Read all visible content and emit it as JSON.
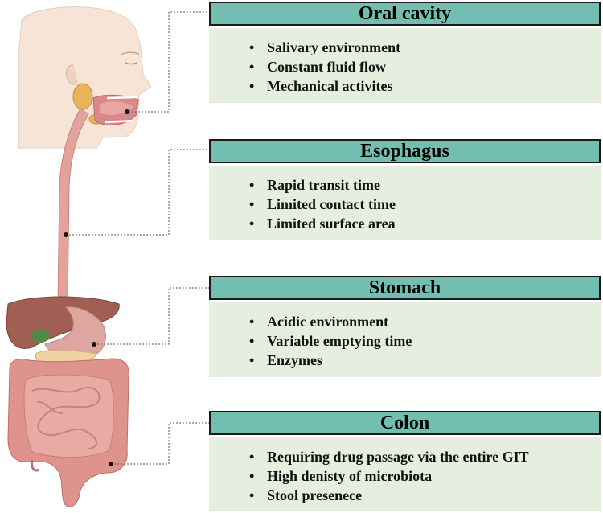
{
  "sections": [
    {
      "title": "Oral cavity",
      "items": [
        "Salivary environment",
        "Constant fluid flow",
        "Mechanical activites"
      ]
    },
    {
      "title": "Esophagus",
      "items": [
        "Rapid transit time",
        "Limited contact time",
        "Limited surface area"
      ]
    },
    {
      "title": "Stomach",
      "items": [
        "Acidic environment",
        "Variable emptying time",
        "Enzymes"
      ]
    },
    {
      "title": "Colon",
      "items": [
        "Requiring drug passage via the entire GIT",
        "High denisty of microbiota",
        "Stool presenece"
      ]
    }
  ],
  "colors": {
    "header_fill": "#72bfb1",
    "panel_fill": "#e6eedf",
    "skin": "#f6e4d6",
    "esophagus": "#e3a29c",
    "liver": "#a15e52",
    "stomach": "#dea6a0",
    "intestine": "#df938d",
    "pancreas": "#f0d3a0",
    "gallbladder": "#4f8a49"
  }
}
